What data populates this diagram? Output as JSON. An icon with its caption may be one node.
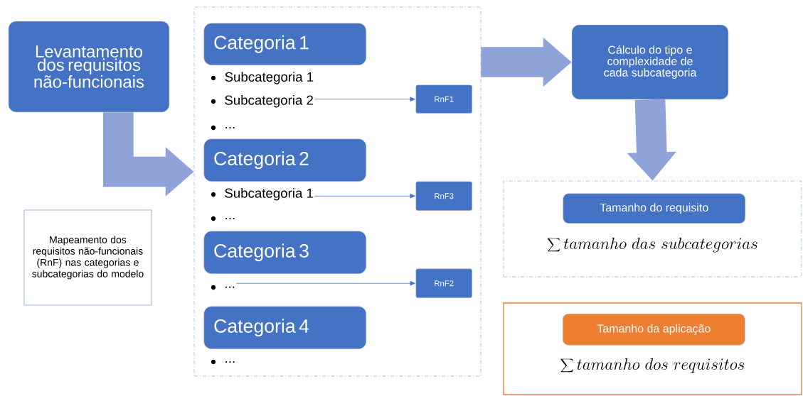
{
  "diagram": {
    "nodes": [
      {
        "text": [
          "Levantamento dos requisitos não-funcionais"
        ]
      },
      {
        "text": [
          "Mapeamento dos requisitos não-funcionais (RnF) nas categorias e subcategorias do modelo"
        ]
      },
      {
        "text": [],
        "shape": "box"
      },
      {
        "text": [
          "Categoria 1"
        ],
        "in": 2
      },
      {
        "text": [
          "Subcategoria 2"
        ],
        "in": 2
      },
      {
        "text": [
          "RnF1"
        ],
        "in": 2
      },
      {
        "text": [
          "Categoria 2"
        ],
        "in": 2
      },
      {
        "text": [
          "Subcategoria 1"
        ],
        "in": 2
      },
      {
        "text": [
          "RnF3"
        ],
        "in": 2
      },
      {
        "text": [
          "Categoria 3"
        ],
        "in": 2
      },
      {
        "text": [
          "..."
        ],
        "in": 2
      },
      {
        "text": [
          "RnF2"
        ],
        "in": 2
      },
      {
        "text": [
          "Categoria 4"
        ],
        "in": 2
      },
      {
        "text": [
          "Cálculo do tipo e complexidade de cada subcategoria"
        ]
      },
      {
        "text": [
          "\\sum tamanho\\ das\\ subcategorias"
        ]
      },
      {
        "text": [
          "Tamanho do requisito"
        ],
        "in": 14
      },
      {
        "text": [
          "\\sum tamanho\\ dos\\ requisitos"
        ]
      },
      {
        "text": [
          "Tamanho da aplicação"
        ],
        "in": 16
      }
    ],
    "edges": [
      {
        "from": 0,
        "to": 2,
        "arrow": "to",
        "style": "thick",
        "color": "#8fa3d8"
      },
      {
        "from": 4,
        "to": 5,
        "arrow": "to"
      },
      {
        "from": 7,
        "to": 8,
        "arrow": "to"
      },
      {
        "from": 10,
        "to": 11,
        "arrow": "to"
      },
      {
        "from": 2,
        "to": 13,
        "arrow": "to",
        "style": "thick",
        "color": "#8fa3d8"
      },
      {
        "from": 13,
        "to": 14,
        "arrow": "to",
        "style": "thick",
        "color": "#8fa3d8"
      }
    ],
    "labels": [
      "Subcategoria 1",
      "...",
      "...",
      "..."
    ]
  }
}
